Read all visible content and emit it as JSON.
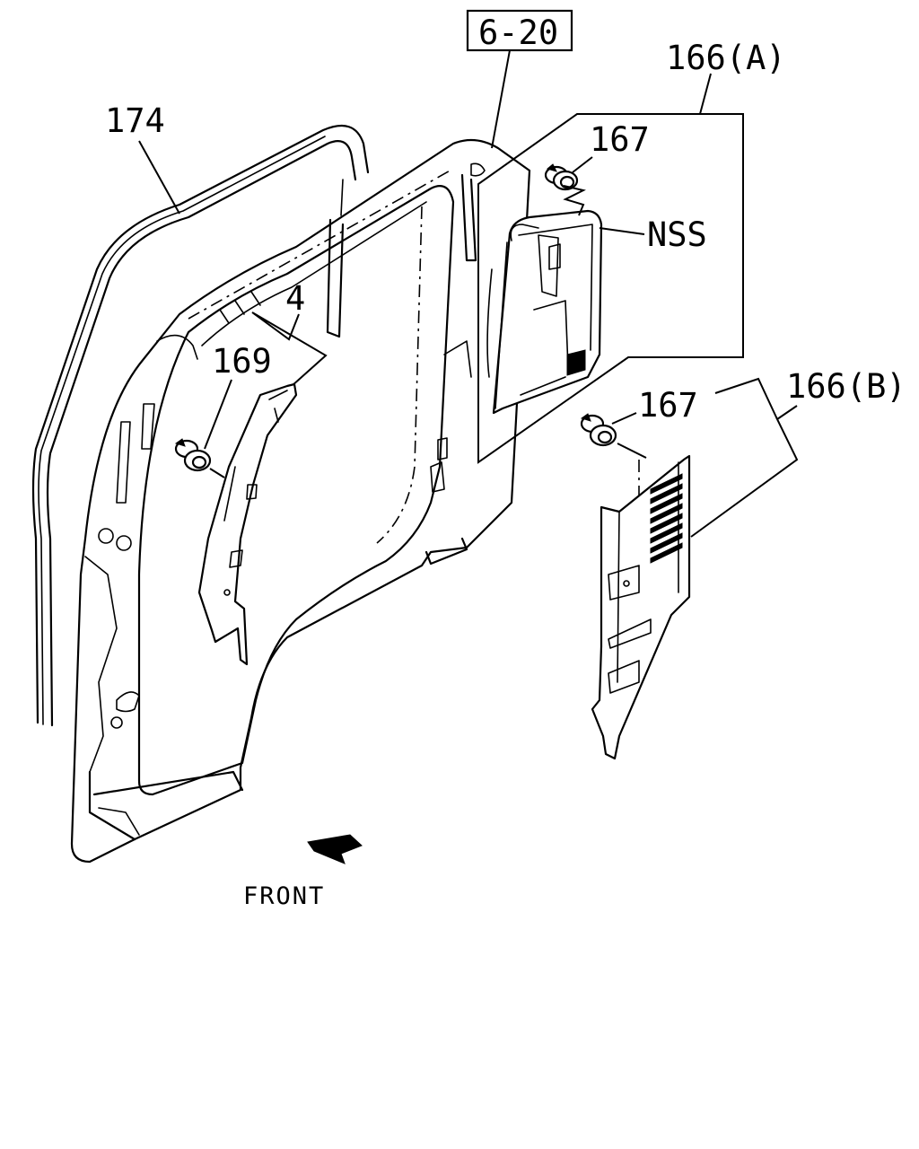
{
  "labels": {
    "ref_box": "6-20",
    "p174": "174",
    "p166a": "166(A)",
    "p167a": "167",
    "nss": "NSS",
    "p4": "4",
    "p169": "169",
    "p166b": "166(B)",
    "p167b": "167",
    "front": "FRONT"
  },
  "icons": {
    "front_arrow": "front-direction-arrow-icon",
    "clip": "push-clip-icon"
  }
}
